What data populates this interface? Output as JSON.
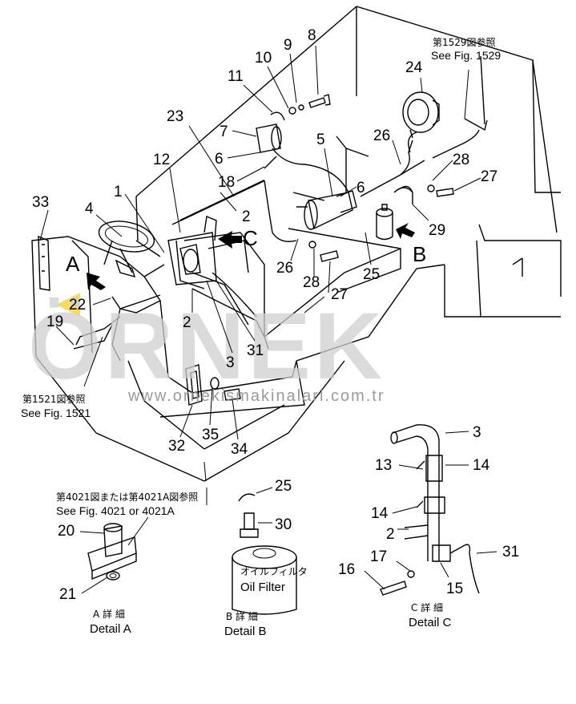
{
  "colors": {
    "ink": "#000000",
    "watermark": "#cfcfcf",
    "watermark_arrow": "#f2c200"
  },
  "watermark": {
    "text": "ÖRNEK",
    "url": "www.ornekismakinalari.com.tr"
  },
  "references": {
    "fig1529_jp": "第1529図参照",
    "fig1529_en": "See Fig. 1529",
    "fig1521_jp": "第1521図参照",
    "fig1521_en": "See Fig. 1521",
    "fig4021_jp": "第4021図または第4021A図参照",
    "fig4021_en": "See Fig. 4021 or 4021A"
  },
  "view_arrows": {
    "a": "A",
    "b": "B",
    "c": "C"
  },
  "details": {
    "a_jp": "A 詳 細",
    "a_en": "Detail A",
    "b_jp": "B 詳 細",
    "b_en": "Detail B",
    "c_jp": "C 詳 細",
    "c_en": "Detail C",
    "oil_filter_jp": "オイルフィルタ",
    "oil_filter_en": "Oil Filter"
  },
  "callouts": {
    "c1": "1",
    "c2a": "2",
    "c2b": "2",
    "c2c": "2",
    "c3a": "3",
    "c3b": "3",
    "c4": "4",
    "c5": "5",
    "c6a": "6",
    "c6b": "6",
    "c7": "7",
    "c8": "8",
    "c9": "9",
    "c10": "10",
    "c11": "11",
    "c12": "12",
    "c13": "13",
    "c14a": "14",
    "c14b": "14",
    "c15": "15",
    "c16": "16",
    "c17": "17",
    "c18": "18",
    "c19": "19",
    "c20": "20",
    "c21": "21",
    "c22": "22",
    "c23": "23",
    "c24": "24",
    "c25a": "25",
    "c25b": "25",
    "c26a": "26",
    "c26b": "26",
    "c27a": "27",
    "c27b": "27",
    "c28a": "28",
    "c28b": "28",
    "c29": "29",
    "c30": "30",
    "c31a": "31",
    "c31b": "31",
    "c32": "32",
    "c33": "33",
    "c34": "34",
    "c35": "35"
  }
}
